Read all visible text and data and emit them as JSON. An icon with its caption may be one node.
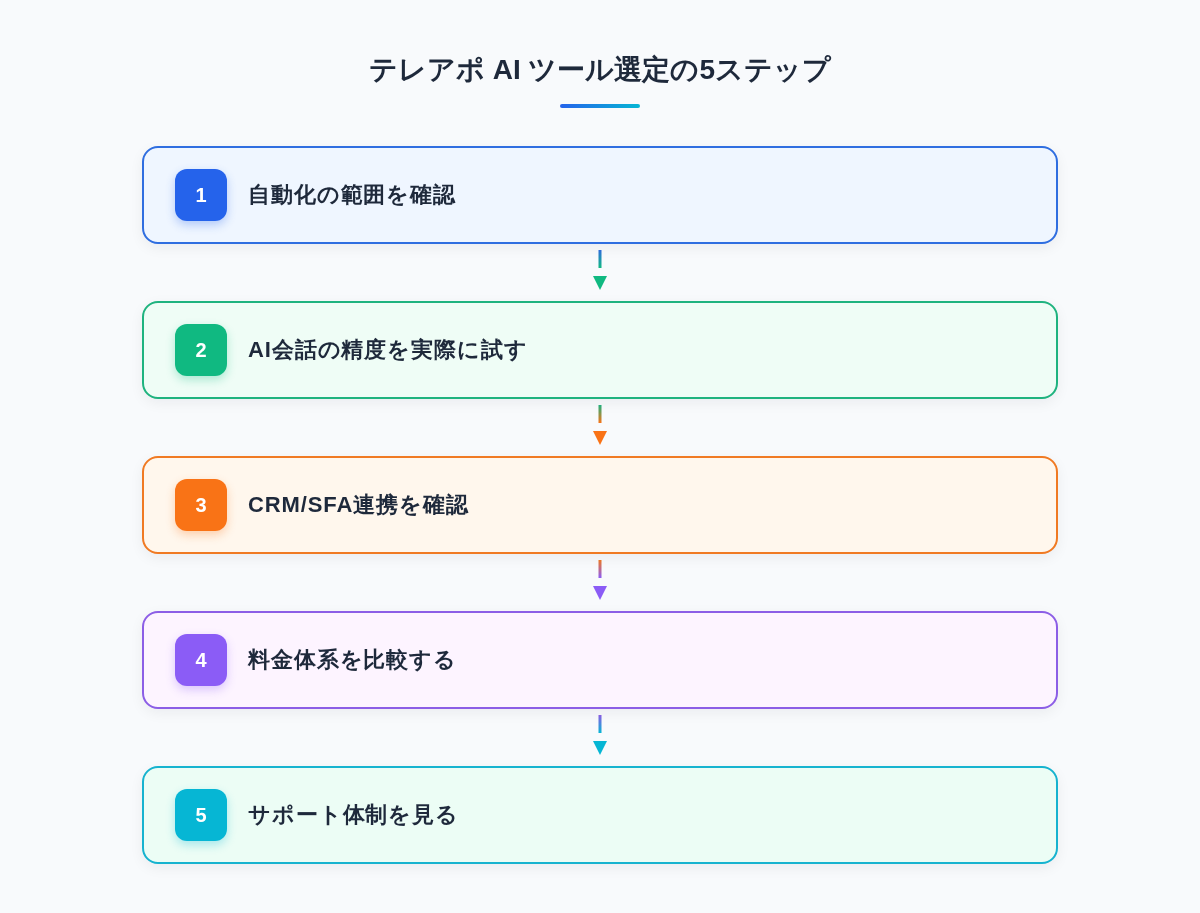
{
  "diagram": {
    "title": "テレアポ AI ツール選定の5ステップ",
    "nodes": [
      {
        "text": [
          "自動化の範囲を確認"
        ]
      },
      {
        "text": [
          "1"
        ],
        "in": 0
      },
      {
        "text": [
          "AI会話の精度を実際に試す"
        ]
      },
      {
        "text": [
          "2"
        ],
        "in": 2
      },
      {
        "text": [
          "CRM/SFA連携を確認"
        ]
      },
      {
        "text": [
          "3"
        ],
        "in": 4
      },
      {
        "text": [
          "料金体系を比較する"
        ]
      },
      {
        "text": [
          "4"
        ],
        "in": 6
      },
      {
        "text": [
          "サポート体制を見る"
        ]
      },
      {
        "text": [
          "5"
        ],
        "in": 8
      }
    ],
    "edges": [
      {
        "from": 0,
        "to": 2,
        "arrow": "to",
        "color": "#10b981"
      },
      {
        "from": 2,
        "to": 4,
        "arrow": "to",
        "color": "#f97316"
      },
      {
        "from": 4,
        "to": 6,
        "arrow": "to",
        "color": "#8b5cf6"
      },
      {
        "from": 6,
        "to": 8,
        "arrow": "to",
        "color": "#06b6d4"
      }
    ]
  }
}
